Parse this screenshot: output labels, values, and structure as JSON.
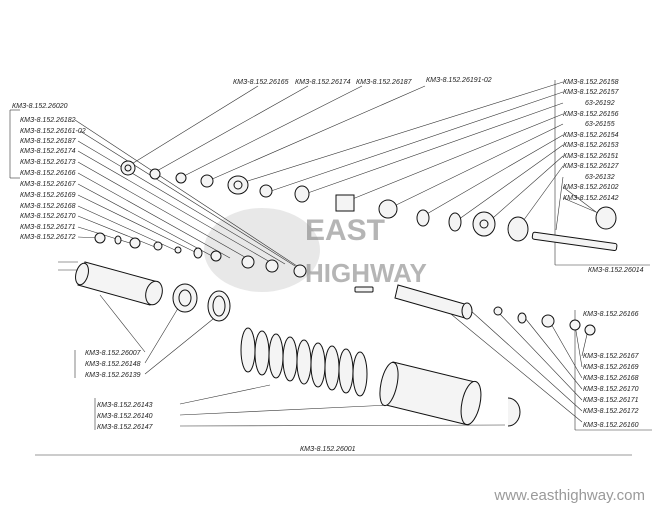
{
  "labels": {
    "top_1": "КМЗ-8.152.26165",
    "top_2": "КМЗ-8.152.26174",
    "top_3": "КМЗ-8.152.26187",
    "top_4": "КМЗ-8.152.26191-02",
    "group": "КМЗ-8.152.26020",
    "left": [
      "КМЗ-8.152.26182",
      "КМЗ-8.152.26161-02",
      "КМЗ-8.152.26187",
      "КМЗ-8.152.26174",
      "КМЗ-8.152.26173",
      "КМЗ-8.152.26166",
      "КМЗ-8.152.26167",
      "КМЗ-8.152.26169",
      "КМЗ-8.152.26168",
      "КМЗ-8.152.26170",
      "КМЗ-8.152.26171",
      "КМЗ-8.152.26172"
    ],
    "right_top": [
      "КМЗ-8.152.26158",
      "КМЗ-8.152.26157",
      "63-26192",
      "КМЗ-8.152.26156",
      "63-26155",
      "КМЗ-8.152.26154",
      "КМЗ-8.152.26153",
      "КМЗ-8.152.26151",
      "КМЗ-8.152.26127",
      "63-26132",
      "КМЗ-8.152.26102",
      "КМЗ-8.152.26142"
    ],
    "right_mid": "КМЗ-8.152.26014",
    "right_bottom": [
      "КМЗ-8.152.26166",
      "КМЗ-8.152.26167",
      "КМЗ-8.152.26169",
      "КМЗ-8.152.26168",
      "КМЗ-8.152.26170",
      "КМЗ-8.152.26171",
      "КМЗ-8.152.26172",
      "КМЗ-8.152.26160"
    ],
    "left_mid": [
      "КМЗ-8.152.26007",
      "КМЗ-8.152.26148",
      "КМЗ-8.152.26139"
    ],
    "left_bottom": [
      "КМЗ-8.152.26143",
      "КМЗ-8.152.26140",
      "КМЗ-8.152.26147"
    ],
    "assembly": "КМЗ-8.152.26001"
  },
  "watermark": {
    "line1": "EAST",
    "line2": "HIGHWAY",
    "url": "www.easthighway.com"
  }
}
